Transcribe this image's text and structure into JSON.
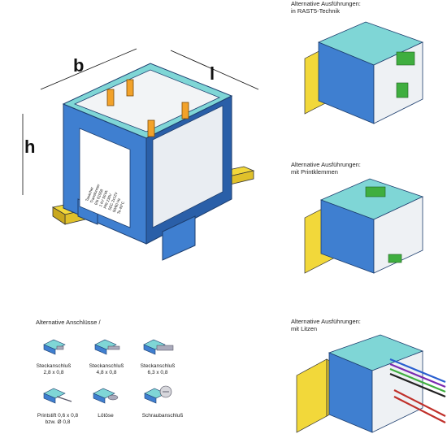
{
  "main_diagram": {
    "dim_b": "b",
    "dim_l": "l",
    "dim_h": "h",
    "label_lines": [
      "Tasacher",
      "Transformer",
      "EN 61558",
      "1 kV 50VA",
      "PRI 230V",
      "SEC 2x12V",
      "50/60 Hz",
      "Ta 40°C"
    ]
  },
  "variants": {
    "rast5": {
      "line1": "Alternative Ausführungen:",
      "line2": "in RAST5-Technik"
    },
    "print": {
      "line1": "Alternative Ausführungen:",
      "line2": "mit Printklemmen"
    },
    "litzen": {
      "line1": "Alternative Ausführungen:",
      "line2": "mit Litzen"
    }
  },
  "connections": {
    "title": "Alternative Anschlüsse /",
    "items": [
      {
        "line1": "Steckanschluß",
        "line2": "2,8 x 0,8"
      },
      {
        "line1": "Steckanschluß",
        "line2": "4,8 x 0,8"
      },
      {
        "line1": "Steckanschluß",
        "line2": "6,3 x 0,8"
      },
      {
        "line1": "Printstift 0,6 x 0,8",
        "line2": "bzw. Ø 0,8"
      },
      {
        "line1": "Lötöse",
        "line2": ""
      },
      {
        "line1": "Schraubanschluß",
        "line2": ""
      }
    ]
  },
  "colors": {
    "housing_blue": "#3f7fd0",
    "housing_dark": "#2a5fa8",
    "housing_top": "#7fd6d6",
    "face_white": "#f2f4f6",
    "rail_yellow": "#f2d83a",
    "terminal_orange": "#f2a22a",
    "terminal_green": "#3fae3f"
  }
}
